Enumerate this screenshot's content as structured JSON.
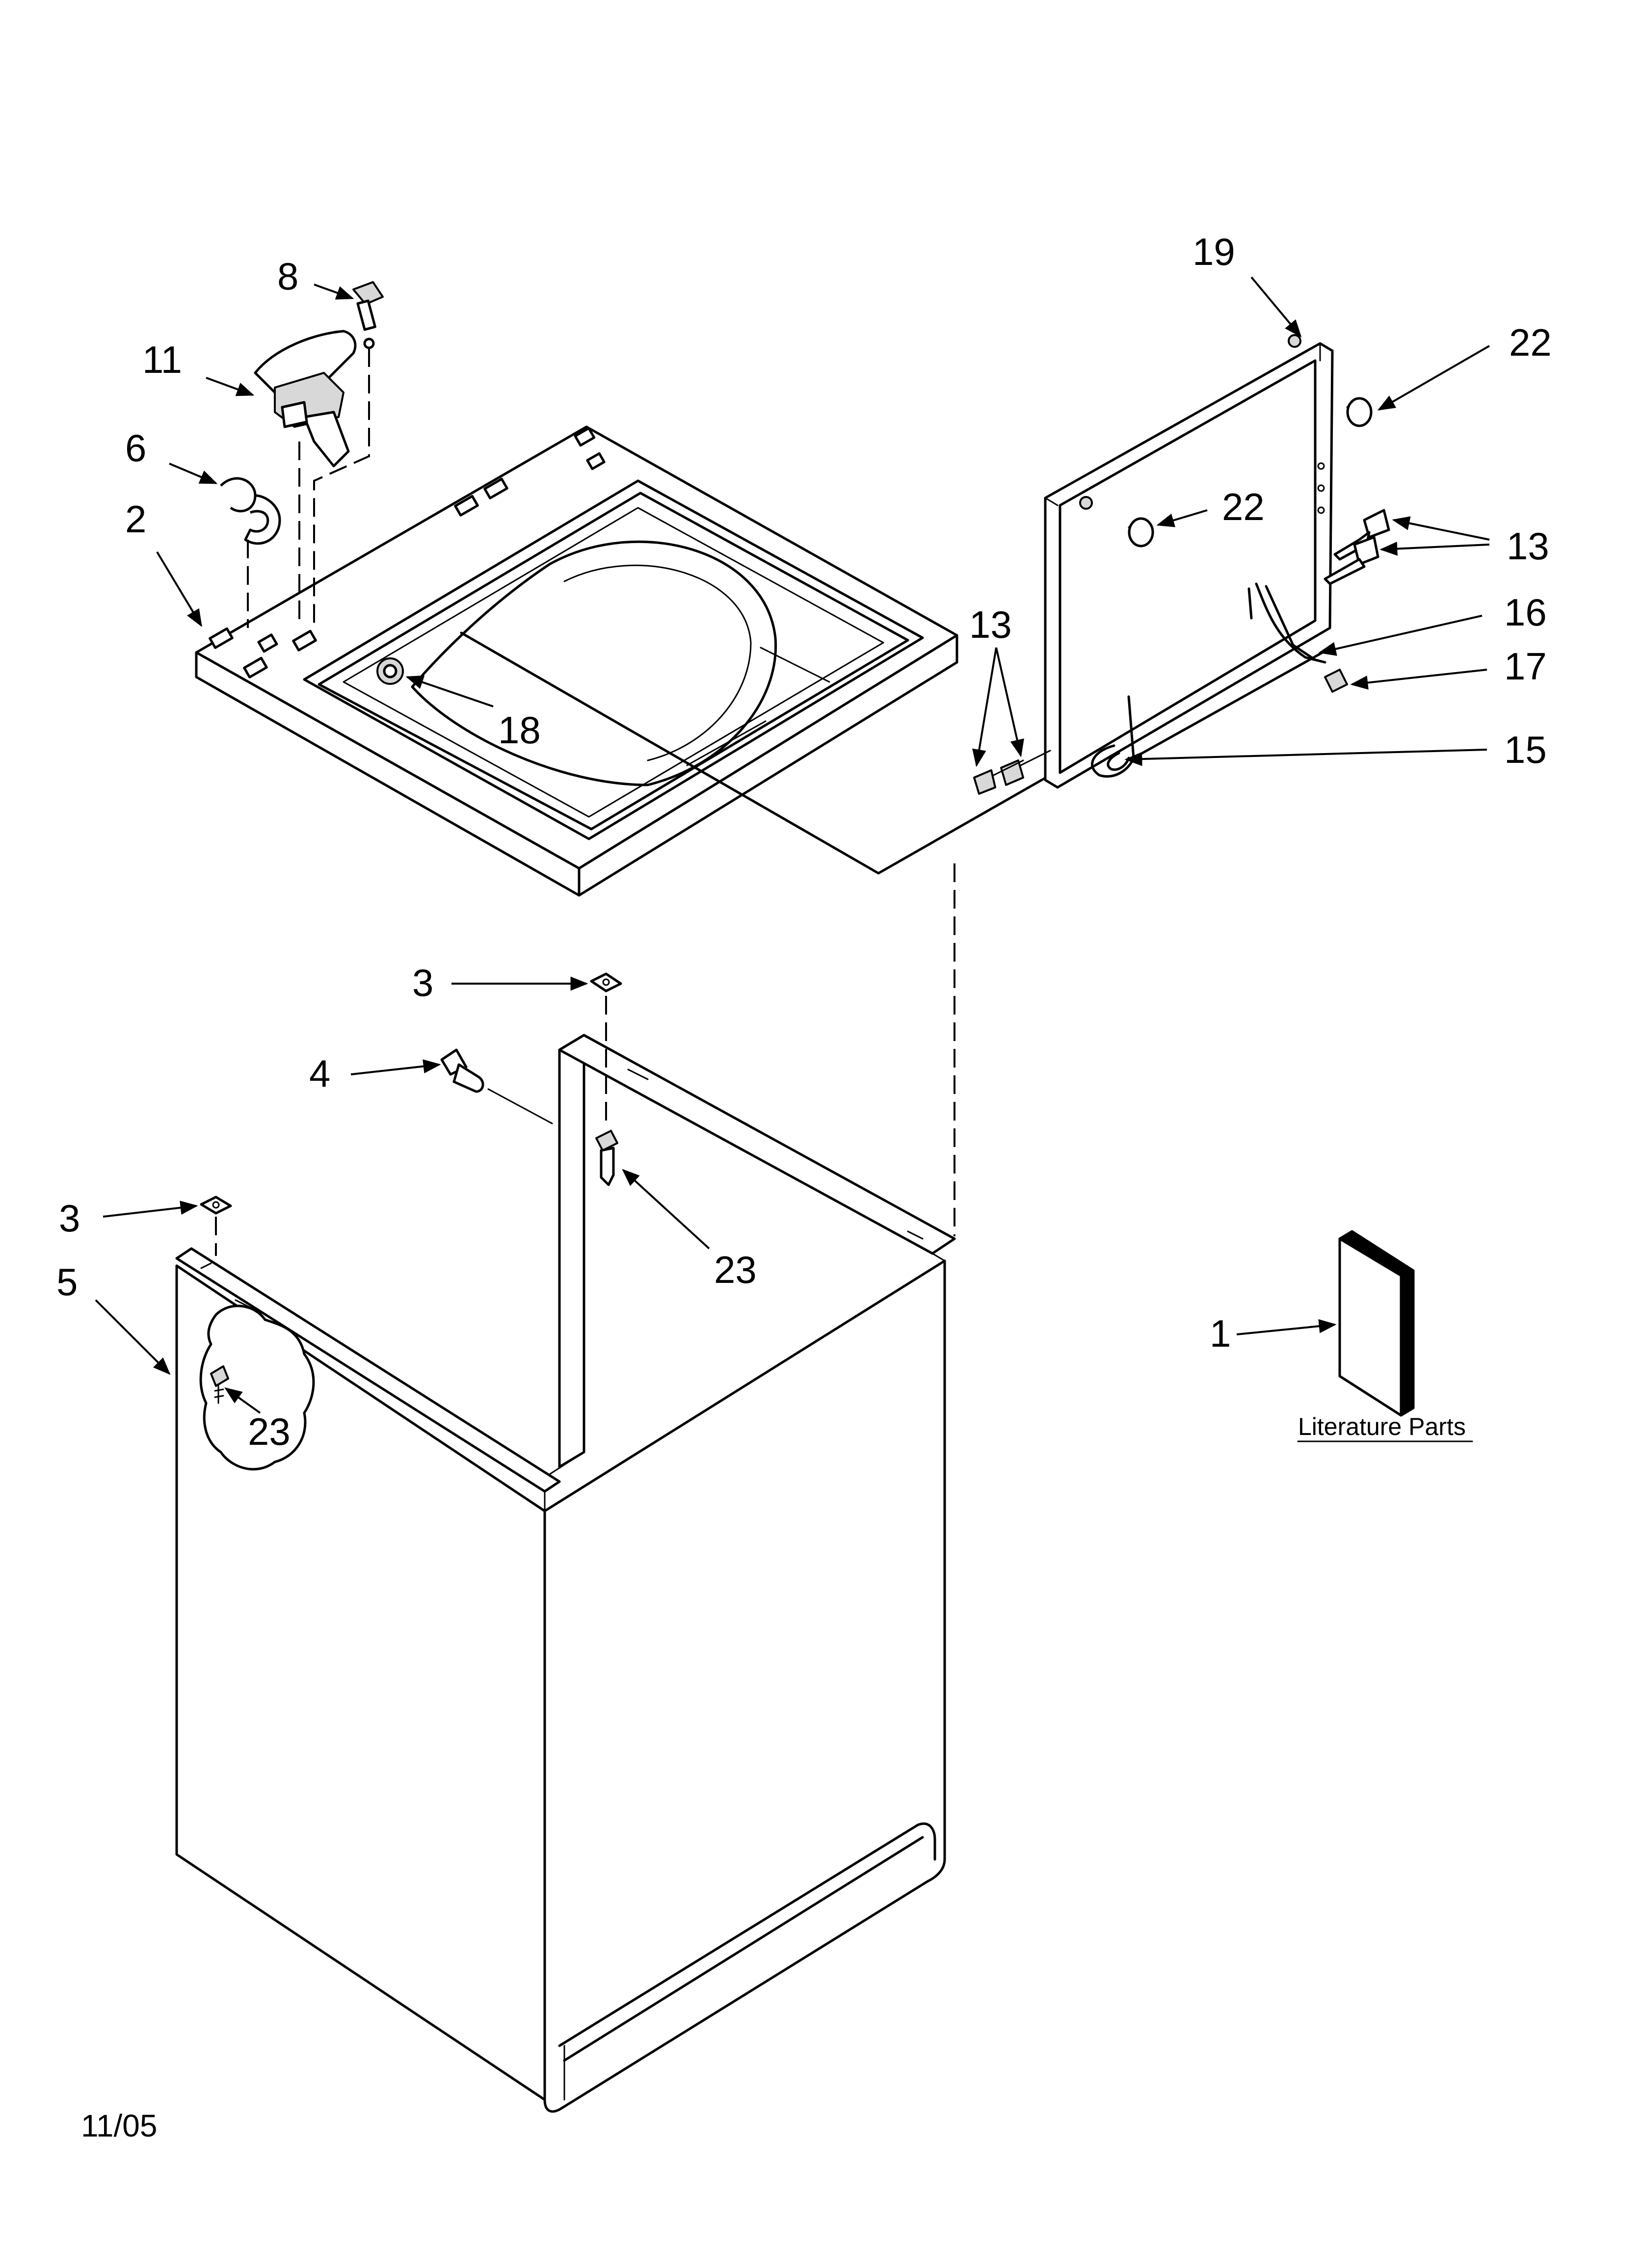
{
  "callouts": [
    {
      "id": "c8",
      "label": "8"
    },
    {
      "id": "c11",
      "label": "11"
    },
    {
      "id": "c6",
      "label": "6"
    },
    {
      "id": "c2",
      "label": "2"
    },
    {
      "id": "c18",
      "label": "18"
    },
    {
      "id": "c19",
      "label": "19"
    },
    {
      "id": "c22a",
      "label": "22"
    },
    {
      "id": "c22b",
      "label": "22"
    },
    {
      "id": "c13a",
      "label": "13"
    },
    {
      "id": "c13b",
      "label": "13"
    },
    {
      "id": "c16",
      "label": "16"
    },
    {
      "id": "c17",
      "label": "17"
    },
    {
      "id": "c15",
      "label": "15"
    },
    {
      "id": "c3a",
      "label": "3"
    },
    {
      "id": "c4",
      "label": "4"
    },
    {
      "id": "c3b",
      "label": "3"
    },
    {
      "id": "c5",
      "label": "5"
    },
    {
      "id": "c23a",
      "label": "23"
    },
    {
      "id": "c23b",
      "label": "23"
    },
    {
      "id": "c1",
      "label": "1"
    }
  ],
  "literature_caption": "Literature Parts",
  "revision_date": "11/05"
}
